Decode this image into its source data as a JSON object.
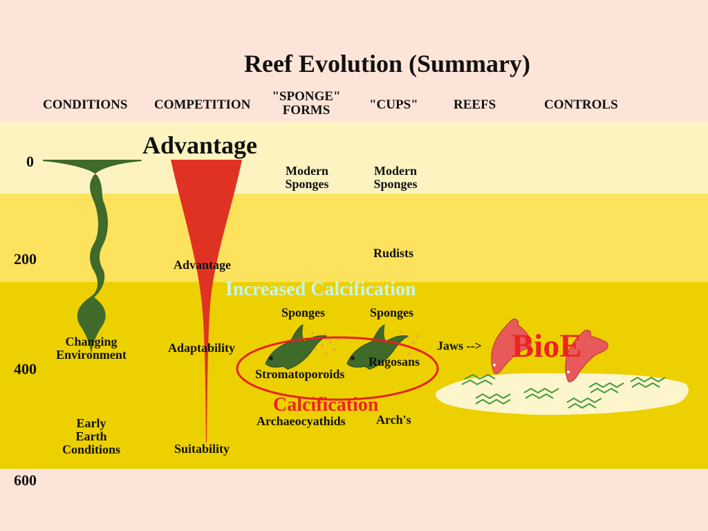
{
  "title": "Reef Evolution (Summary)",
  "colors": {
    "background": "#fde4d8",
    "band_top": "#fdf3c0",
    "band_mid": "#fde25e",
    "band_low": "#ecd000",
    "conditions_shape": "#3f6a2a",
    "competition_shape": "#e03222",
    "calcification_text": "#ee2222",
    "increased_calcification_text": "#c8f5e6",
    "bioe_text": "#ee2222",
    "platform": "#fdf5cc"
  },
  "columns": {
    "conditions": "CONDITIONS",
    "competition": "COMPETITION",
    "sponge_forms": [
      "\"SPONGE\"",
      "FORMS"
    ],
    "cups": "\"CUPS\"",
    "reefs": "REEFS",
    "controls": "CONTROLS"
  },
  "time_axis": [
    "0",
    "200",
    "400",
    "600"
  ],
  "conditions": {
    "changing_environment": [
      "Changing",
      "Environment"
    ],
    "early_earth": [
      "Early",
      "Earth",
      "Conditions"
    ]
  },
  "competition": {
    "advantage_top": "Advantage",
    "advantage": "Advantage",
    "adaptability": "Adaptability",
    "suitability": "Suitability"
  },
  "sponge_forms": {
    "modern": [
      "Modern",
      "Sponges"
    ],
    "sponges": "Sponges",
    "stromatoporoids": "Stromatoporoids",
    "archaeocyathids": "Archaeocyathids"
  },
  "cups": {
    "modern": [
      "Modern",
      "Sponges"
    ],
    "rudists": "Rudists",
    "sponges": "Sponges",
    "rugosans": "Rugosans",
    "archs": "Arch's"
  },
  "annotations": {
    "increased_calcification": "Increased Calcification",
    "calcification": "Calcification",
    "jaws": "Jaws -->",
    "bioe": "BioE"
  },
  "icons": [
    "fish-icon",
    "parrotfish-icon",
    "seagrass-icon",
    "reef-platform-icon"
  ]
}
